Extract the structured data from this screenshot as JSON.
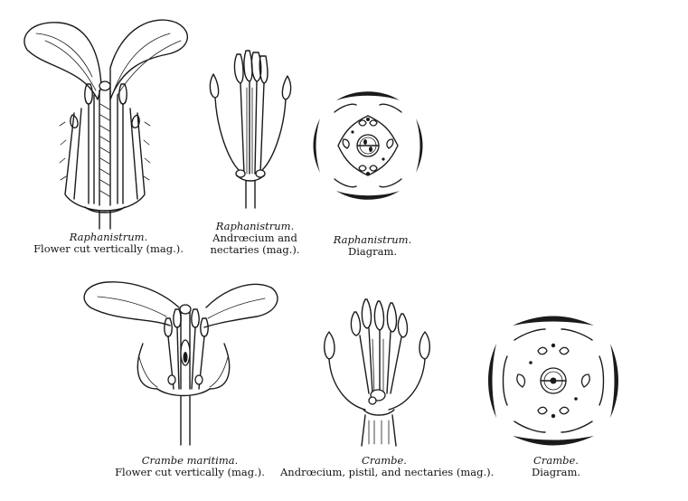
{
  "figures": [
    {
      "id": "raphanistrum-flower",
      "genus": "Raphanistrum.",
      "description": "Flower cut vertically (mag.)."
    },
    {
      "id": "raphanistrum-androecium",
      "genus": "Raphanistrum.",
      "description_line1": "Andrœcium and",
      "description_line2": "nectaries (mag.)."
    },
    {
      "id": "raphanistrum-diagram",
      "genus": "Raphanistrum.",
      "description": "Diagram."
    },
    {
      "id": "crambe-maritima-flower",
      "genus": "Crambe maritima.",
      "description": "Flower cut vertically (mag.)."
    },
    {
      "id": "crambe-androecium",
      "genus": "Crambe.",
      "description": "Andrœcium, pistil, and nectaries (mag.)."
    },
    {
      "id": "crambe-diagram",
      "genus": "Crambe.",
      "description": "Diagram."
    }
  ],
  "colors": {
    "ink": "#1a1a1a",
    "paper": "#ffffff"
  }
}
